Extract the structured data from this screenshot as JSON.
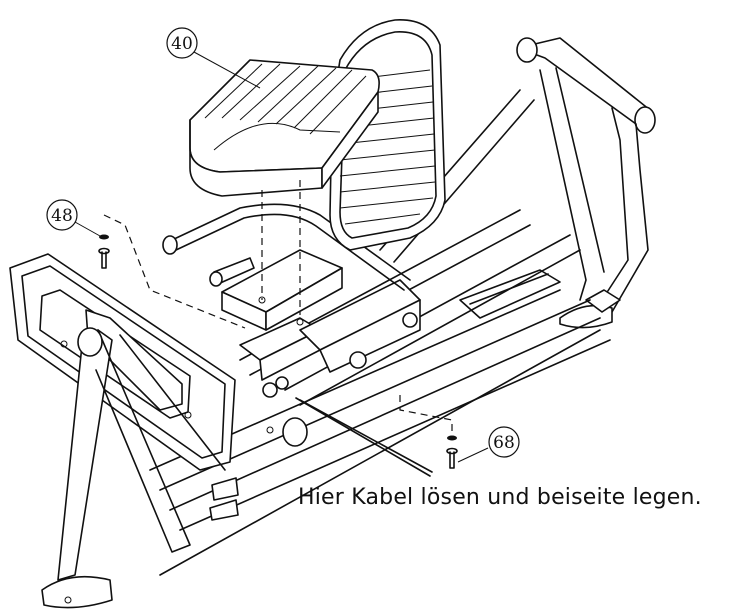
{
  "callouts": [
    {
      "id": "40",
      "label": "40"
    },
    {
      "id": "48",
      "label": "48"
    },
    {
      "id": "68",
      "label": "68"
    }
  ],
  "instruction": "Hier Kabel lösen und beiseite legen."
}
